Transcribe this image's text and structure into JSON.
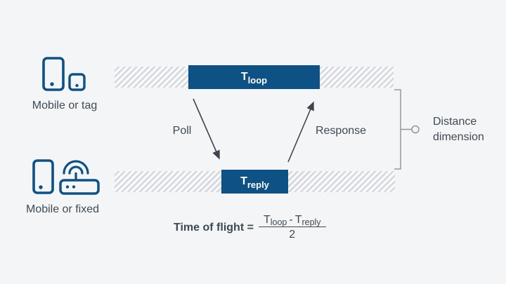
{
  "colors": {
    "background": "#f4f5f6",
    "accent_blue": "#0e5184",
    "text": "#3f4a53",
    "bracket_gray": "#8f989f",
    "hatch_stripe": "#d8dbde"
  },
  "top_device": {
    "label": "Mobile or tag",
    "icons": [
      "mobile-phone-icon",
      "tag-icon"
    ]
  },
  "bottom_device": {
    "label": "Mobile or fixed",
    "icons": [
      "mobile-phone-icon",
      "router-icon"
    ]
  },
  "top_timeline": {
    "t_main": "T",
    "t_sub": "loop"
  },
  "bottom_timeline": {
    "t_main": "T",
    "t_sub": "reply"
  },
  "arrows": {
    "poll_label": "Poll",
    "response_label": "Response"
  },
  "dimension": {
    "line1": "Distance",
    "line2": "dimension"
  },
  "formula": {
    "lhs": "Time of flight =",
    "t1_main": "T",
    "t1_sub": "loop",
    "operator": "-",
    "t2_main": "T",
    "t2_sub": "reply",
    "denominator": "2"
  }
}
